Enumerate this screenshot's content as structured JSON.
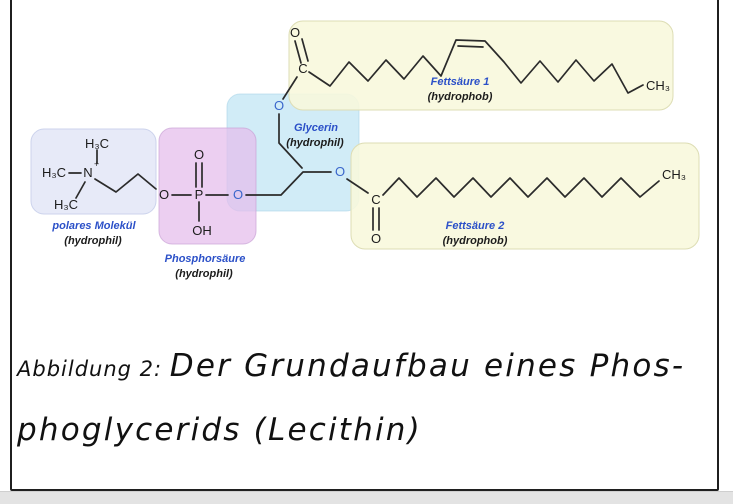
{
  "figure": {
    "caption_prefix": "Abbildung 2: ",
    "caption_line1": "Der Grundaufbau eines Phos-",
    "caption_line2": "phoglycerids (Lecithin)"
  },
  "regions": {
    "polar": {
      "label": "polares Molekül",
      "sublabel": "(hydrophil)",
      "box_color": "#e8ebf8"
    },
    "phosphoric": {
      "label": "Phosphorsäure",
      "sublabel": "(hydrophil)",
      "box_color": "#ecd0f0"
    },
    "glycerol": {
      "label": "Glycerin",
      "sublabel": "(hydrophil)",
      "box_color": "#d3edf8"
    },
    "fatty1": {
      "label": "Fettsäure 1",
      "sublabel": "(hydrophob)",
      "box_color": "#fafae4"
    },
    "fatty2": {
      "label": "Fettsäure 2",
      "sublabel": "(hydrophob)",
      "box_color": "#fafae4"
    }
  },
  "atoms": {
    "h3c": "H₃C",
    "n": "N",
    "plus": "+",
    "o": "O",
    "p": "P",
    "oh": "OH",
    "c": "C",
    "ch3": "CH₃"
  },
  "colors": {
    "label_blue": "#2b50c8",
    "atom_blue": "#3a67cc",
    "bond_black": "#2b2b2b",
    "frame_border": "#1f1f1f",
    "window_edge_gray": "#e3e3e3"
  }
}
